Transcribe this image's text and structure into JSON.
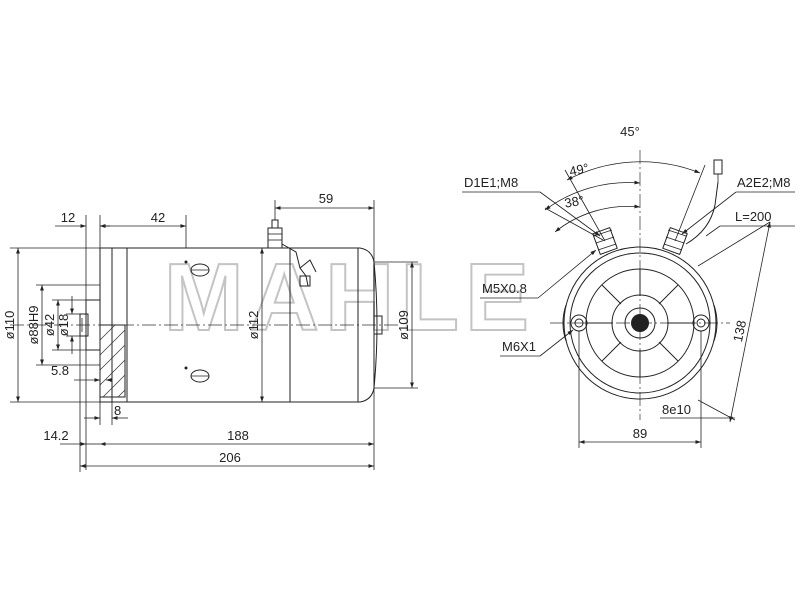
{
  "watermark": {
    "text": "MAHLE"
  },
  "side_view": {
    "dims": {
      "d12": "12",
      "d42": "42",
      "d59": "59",
      "dia110": "ø110",
      "dia88": "ø88H9",
      "dia42": "ø42",
      "dia18": "ø18",
      "dia112": "ø112",
      "dia109": "ø109",
      "d5_8": "5.8",
      "d8": "8",
      "d14_2": "14.2",
      "d188": "188",
      "d206": "206"
    }
  },
  "front_view": {
    "dims": {
      "a45": "45°",
      "a49": "49°",
      "a38": "38°",
      "d1e1": "D1E1;M8",
      "a2e2": "A2E2;M8",
      "l200": "L=200",
      "m5": "M5X0.8",
      "m6": "M6X1",
      "d138": "138",
      "d8e10": "8e10",
      "d89": "89"
    }
  }
}
